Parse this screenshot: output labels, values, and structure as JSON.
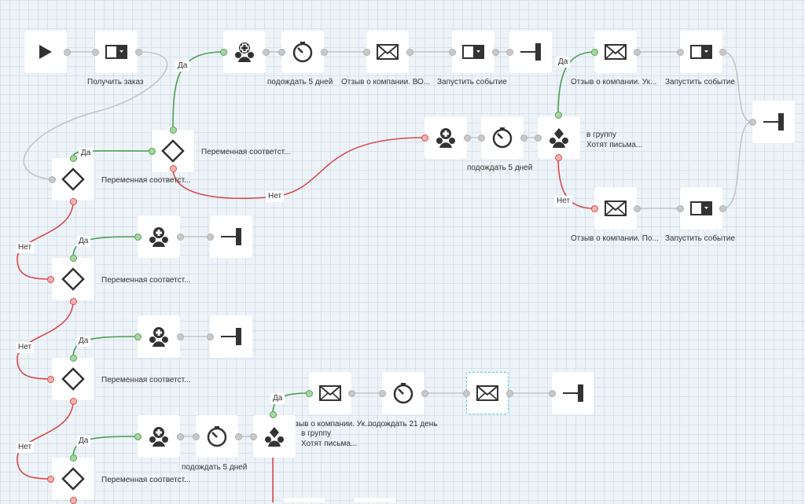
{
  "colors": {
    "wire": "#c4c4c4",
    "yes": "#4c9d52",
    "no": "#d84b4b",
    "icon": "#333333"
  },
  "labels": {
    "get_order": "Получить заказ",
    "wait5_1": "подождать 5 дней",
    "review_1": "Отзыв о компании. ВО...",
    "launch_1": "Запустить событие",
    "var_1": "Переменная соответст...",
    "var_2": "Переменная соответст...",
    "wait5_2": "подождать 5 дней",
    "group_1_a": "в группу",
    "group_1_b": "Хотят письма...",
    "review_2": "Отзыв о компании. Ук...",
    "launch_2": "Запустить событие",
    "review_3": "Отзыв о компании. По...",
    "launch_3": "Запустить событие",
    "var_3": "Переменная соответст...",
    "var_4": "Переменная соответст...",
    "review_4": "Отзыв о компании. Ук...",
    "wait21": "подождать 21 день",
    "group_2_a": "в группу",
    "group_2_b": "Хотят письма...",
    "wait5_3": "подождать 5 дней",
    "var_5": "Переменная соответст..."
  },
  "branch": {
    "yes": "Да",
    "no": "Нет"
  }
}
